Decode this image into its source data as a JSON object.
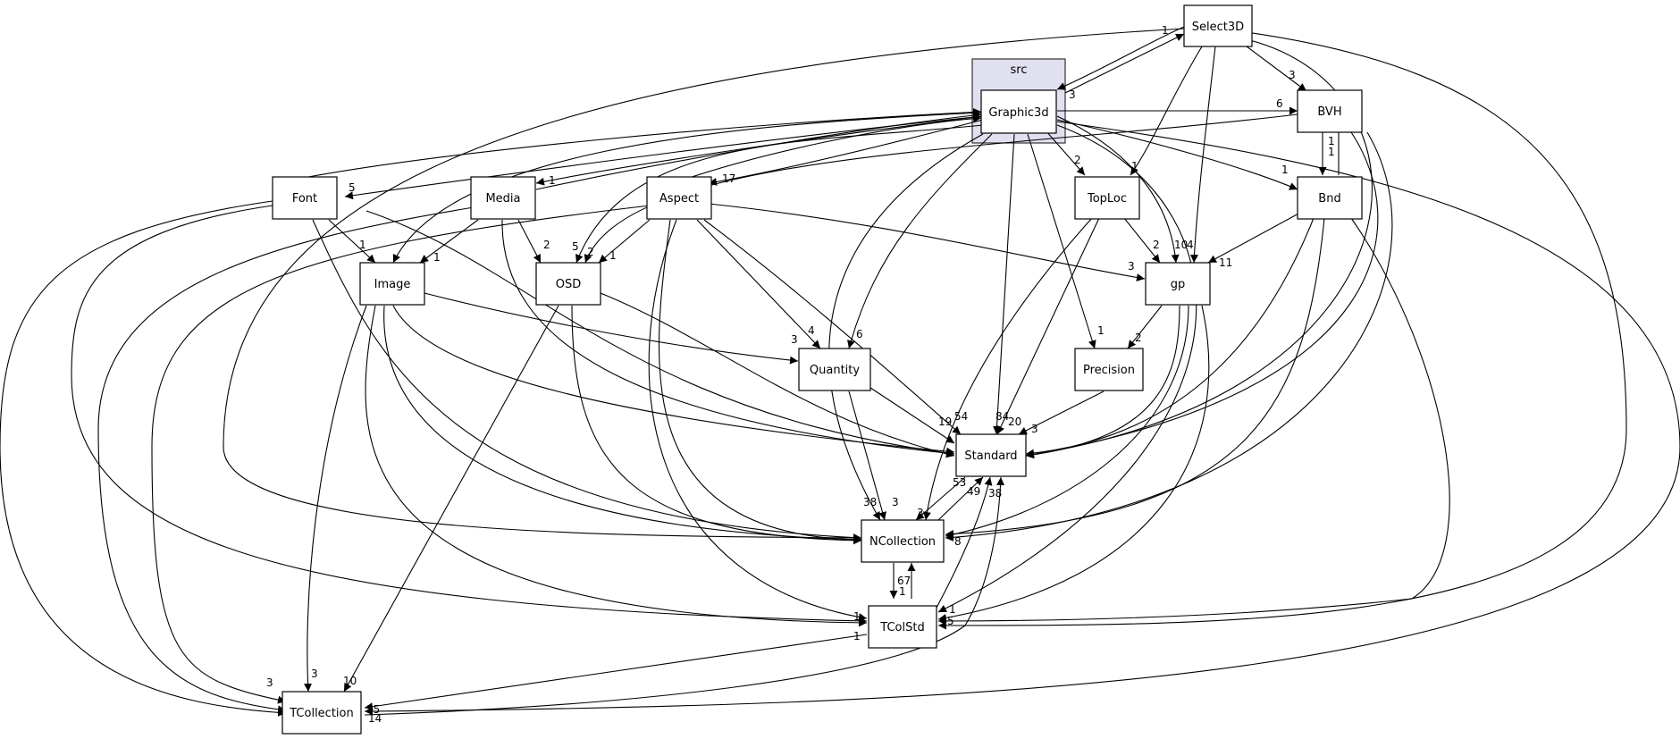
{
  "cluster": {
    "label": "src",
    "fill": "#e0e0f0",
    "stroke": "#333333"
  },
  "focus_node": {
    "label": "Graphic3d",
    "fill": "#ededfa"
  },
  "nodes": {
    "select3d": "Select3D",
    "graphic3d": "Graphic3d",
    "bvh": "BVH",
    "font": "Font",
    "media": "Media",
    "aspect": "Aspect",
    "toploc": "TopLoc",
    "bnd": "Bnd",
    "image": "Image",
    "osd": "OSD",
    "gp": "gp",
    "quantity": "Quantity",
    "precision": "Precision",
    "standard": "Standard",
    "ncollection": "NCollection",
    "tcolstd": "TColStd",
    "tcollection": "TCollection"
  },
  "edge_labels": [
    "1",
    "3",
    "3",
    "6",
    "1",
    "2",
    "1",
    "5",
    "1",
    "17",
    "2",
    "5",
    "1",
    "2",
    "1",
    "10",
    "4",
    "3",
    "11",
    "2",
    "1",
    "1",
    "1",
    "4",
    "6",
    "2",
    "1",
    "3",
    "19",
    "54",
    "84",
    "20",
    "3",
    "38",
    "3",
    "3",
    "53",
    "49",
    "38",
    "67",
    "1",
    "1",
    "5",
    "8",
    "3",
    "3",
    "10",
    "15",
    "14",
    "1",
    "1"
  ]
}
